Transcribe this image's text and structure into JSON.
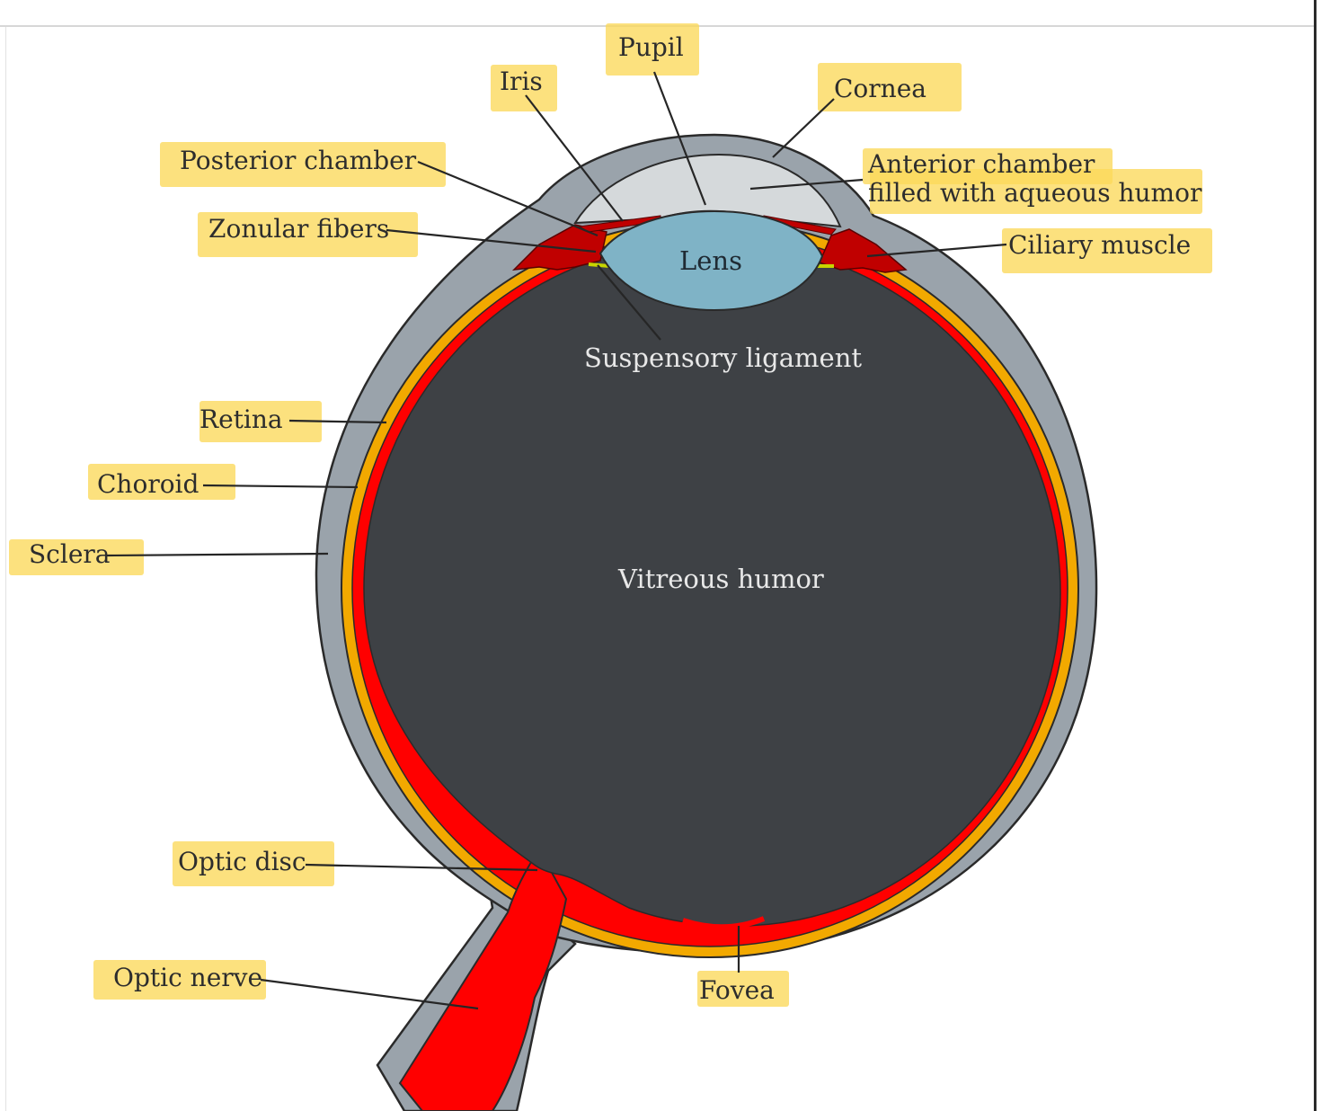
{
  "labels": {
    "pupil": "Pupil",
    "iris": "Iris",
    "cornea": "Cornea",
    "posterior_chamber": "Posterior chamber",
    "anterior_chamber_line1": "Anterior chamber",
    "anterior_chamber_line2": "filled with aqueous humor",
    "zonular_fibers": "Zonular fibers",
    "ciliary_muscle": "Ciliary muscle",
    "lens": "Lens",
    "suspensory_ligament": "Suspensory ligament",
    "retina": "Retina",
    "choroid": "Choroid",
    "sclera": "Sclera",
    "vitreous_humor": "Vitreous humor",
    "optic_disc": "Optic disc",
    "optic_nerve": "Optic nerve",
    "fovea": "Fovea"
  },
  "colors": {
    "sclera": "#9aa3ab",
    "choroid": "#f2a900",
    "retina": "#ff0000",
    "vitreous": "#3e4145",
    "lens": "#7fb3c6",
    "anterior_chamber": "#d5d9db",
    "ciliary": "#c00000",
    "highlight": "#fbd85a",
    "outline": "#2a2a2a"
  }
}
